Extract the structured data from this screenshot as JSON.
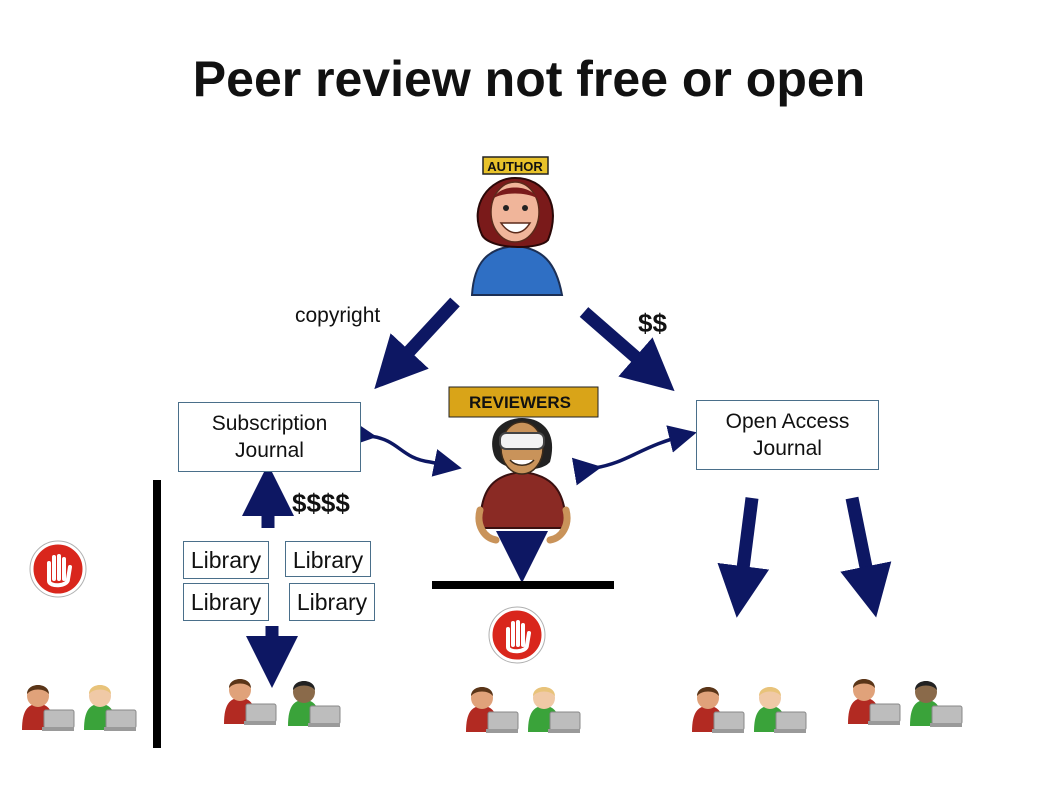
{
  "title": "Peer review not free or open",
  "author_badge": "AUTHOR",
  "reviewers_badge": "REVIEWERS",
  "labels": {
    "copyright": "copyright",
    "author_payment": "$$",
    "library_payment": "$$$$"
  },
  "subscription_journal": {
    "line1": "Subscription",
    "line2": "Journal"
  },
  "open_access_journal": {
    "line1": "Open Access",
    "line2": "Journal"
  },
  "libraries": [
    "Library",
    "Library",
    "Library",
    "Library"
  ],
  "colors": {
    "arrow": "#0d1763",
    "box_border": "#4a6f8a",
    "badge": "#e8c22a",
    "stop_sign": "#d9261c",
    "author_shirt": "#2f6fc4",
    "reviewer_shirt": "#8a2a24"
  },
  "icons": [
    "author-icon",
    "reviewer-icon",
    "stop-hand-icon",
    "reader-with-laptop-icon"
  ]
}
